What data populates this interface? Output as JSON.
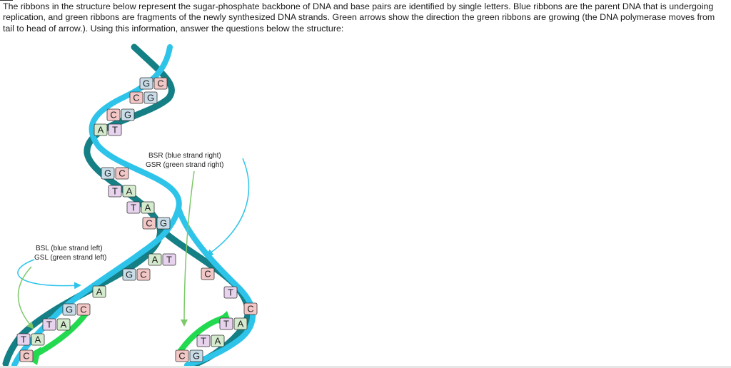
{
  "question": {
    "intro_text": "The ribbons in the structure below represent the sugar-phosphate backbone of DNA and base pairs are identified by single letters.  Blue ribbons are the parent DNA that is undergoing replication, and green ribbons are fragments of the newly synthesized DNA strands.  Green arrows show the direction the green ribbons are growing (the DNA polymerase moves from tail to head of arrow.). Using this information, answer the questions below the structure:"
  },
  "figure": {
    "labels": {
      "bsr": "BSR (blue strand right)",
      "gsr": "GSR (green strand right)",
      "bsl": "BSL (blue strand left)",
      "gsl": "GSL (green strand left)"
    },
    "colors": {
      "parent_strand": "#2ec4ea",
      "parent_strand_dark": "#157f86",
      "new_strand": "#22d94f",
      "label_arrow_blue": "#2ec4ea",
      "label_arrow_green": "#7cc86a",
      "pill_G": "#c9dde9",
      "pill_C": "#f4c7c7",
      "pill_A": "#d4ebcd",
      "pill_T": "#e8d3ee"
    },
    "base_pairs": [
      {
        "left": "G",
        "right": "C"
      },
      {
        "left": "C",
        "right": "G"
      },
      {
        "left": "C",
        "right": "G"
      },
      {
        "left": "A",
        "right": "T"
      },
      {
        "left": "G",
        "right": "C"
      },
      {
        "left": "T",
        "right": "A"
      },
      {
        "left": "T",
        "right": "A"
      },
      {
        "left": "C",
        "right": "G"
      },
      {
        "left": "A",
        "right": "T"
      },
      {
        "left": "G",
        "right": "C"
      },
      {
        "left": "A",
        "right": ""
      },
      {
        "left": "G",
        "right": "C"
      },
      {
        "left": "T",
        "right": "A"
      },
      {
        "left": "T",
        "right": "A"
      },
      {
        "left": "C",
        "right": ""
      },
      {
        "left": "",
        "right": "C"
      },
      {
        "left": "",
        "right": "T"
      },
      {
        "left": "",
        "right": "C"
      },
      {
        "left": "T",
        "right": "A"
      },
      {
        "left": "T",
        "right": "A"
      },
      {
        "left": "C",
        "right": "G"
      }
    ]
  }
}
